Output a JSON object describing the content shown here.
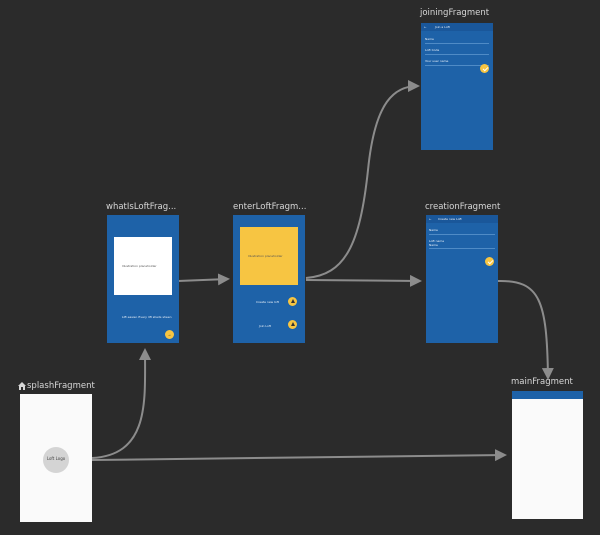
{
  "colors": {
    "canvas": "#2b2b2b",
    "arrow": "#8c8c8c",
    "blue": "#1e62a8",
    "yellow": "#f7c542"
  },
  "fragments": {
    "joining": {
      "label": "joiningFragment",
      "title": "Join a Loft",
      "field1": "Name",
      "field2": "Loft Code",
      "field3": "Your user name"
    },
    "whatIsLoft": {
      "label": "whatIsLoftFrag...",
      "placeholder": "Illustration placeholder",
      "caption": "Lift easier. Every lift sheds sheen",
      "fab_icon": "→"
    },
    "enterLoft": {
      "label": "enterLoftFragm...",
      "placeholder": "Illustration placeholder",
      "option1": "Create new loft",
      "option2": "Join Loft"
    },
    "creation": {
      "label": "creationFragment",
      "title": "Create new Loft",
      "field1": "Name",
      "field2_label": "Loft name",
      "field2_value": "Name"
    },
    "splash": {
      "label": "splashFragment",
      "logo": "Loft Logo"
    },
    "main": {
      "label": "mainFragment"
    }
  }
}
